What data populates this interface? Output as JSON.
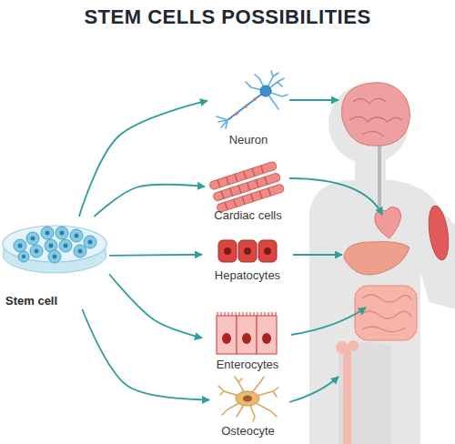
{
  "diagram": {
    "title": "STEM CELLS POSSIBILITIES",
    "nodes": [
      {
        "text": [
          "Stem cell"
        ]
      },
      {
        "text": [
          "Neuron"
        ]
      },
      {
        "text": [
          "Cardiac cells"
        ]
      },
      {
        "text": [
          "Hepatocytes"
        ]
      },
      {
        "text": [
          "Enterocytes"
        ]
      },
      {
        "text": [
          "Osteocyte"
        ]
      }
    ],
    "edges": [
      {
        "from": 0,
        "to": 1,
        "arrow": "to"
      },
      {
        "from": 0,
        "to": 2,
        "arrow": "to"
      },
      {
        "from": 0,
        "to": 3,
        "arrow": "to"
      },
      {
        "from": 0,
        "to": 4,
        "arrow": "to"
      },
      {
        "from": 0,
        "to": 5,
        "arrow": "to"
      }
    ]
  }
}
